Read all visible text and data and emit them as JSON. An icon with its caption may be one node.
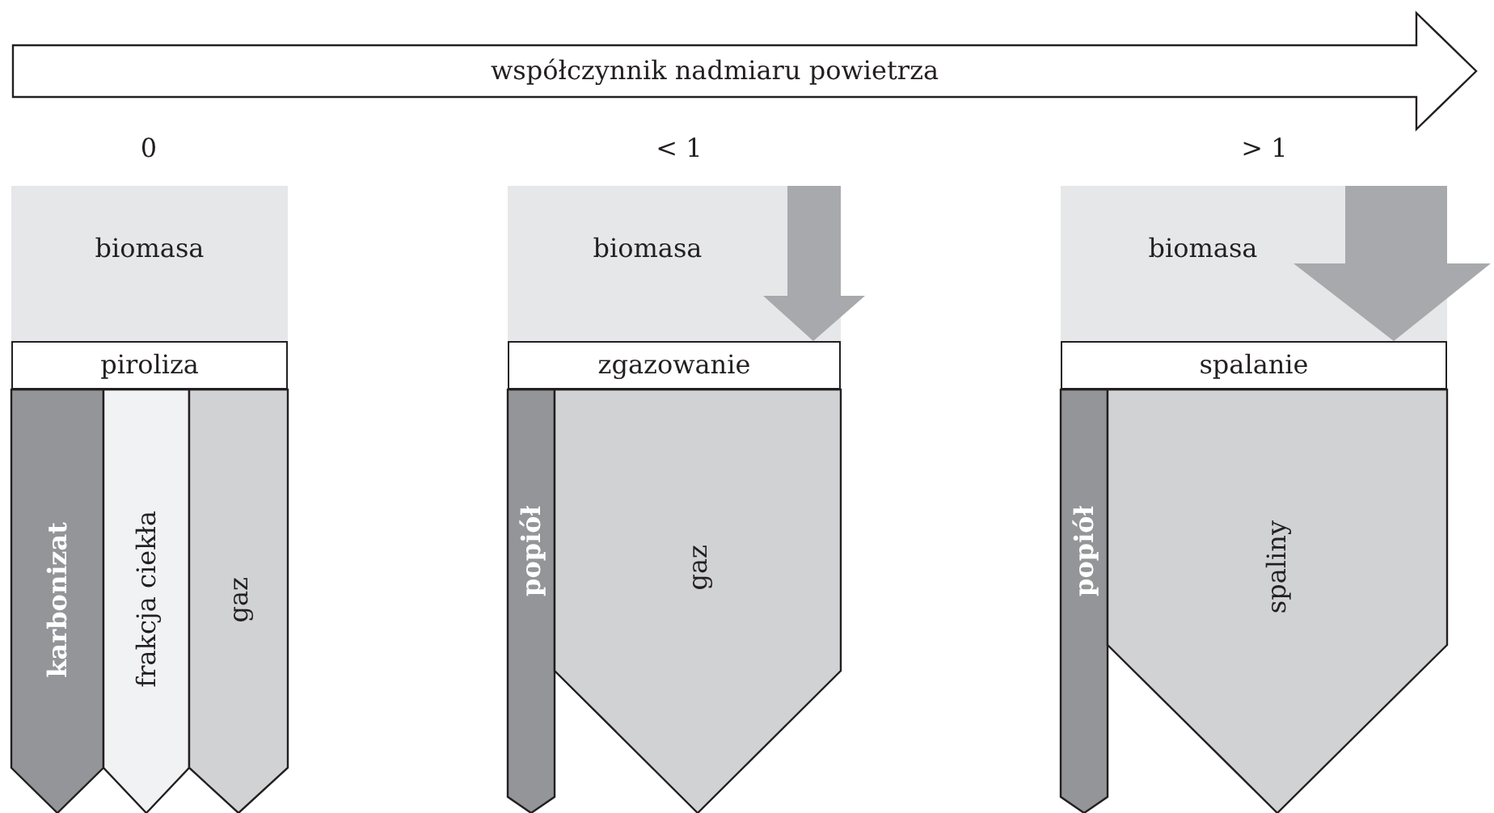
{
  "diagram": {
    "nodes": [
      {
        "text": [
          "współczynnik nadmiaru powietrza"
        ]
      },
      {
        "text": [
          "biomasa"
        ]
      },
      {
        "text": [
          "piroliza"
        ]
      },
      {
        "text": [
          "karbonizat"
        ]
      },
      {
        "text": [
          "frakcja ciekła"
        ]
      },
      {
        "text": [
          "gaz"
        ]
      },
      {
        "text": [
          "biomasa"
        ]
      },
      {
        "text": [
          "zgazowanie"
        ]
      },
      {
        "text": [
          "popiół"
        ]
      },
      {
        "text": [
          "gaz"
        ]
      },
      {
        "text": [
          "biomasa"
        ]
      },
      {
        "text": [
          "spalanie"
        ]
      },
      {
        "text": [
          "popiół"
        ]
      },
      {
        "text": [
          "spaliny"
        ]
      }
    ],
    "edges": [],
    "labels": [
      "0",
      "< 1",
      "> 1"
    ]
  }
}
